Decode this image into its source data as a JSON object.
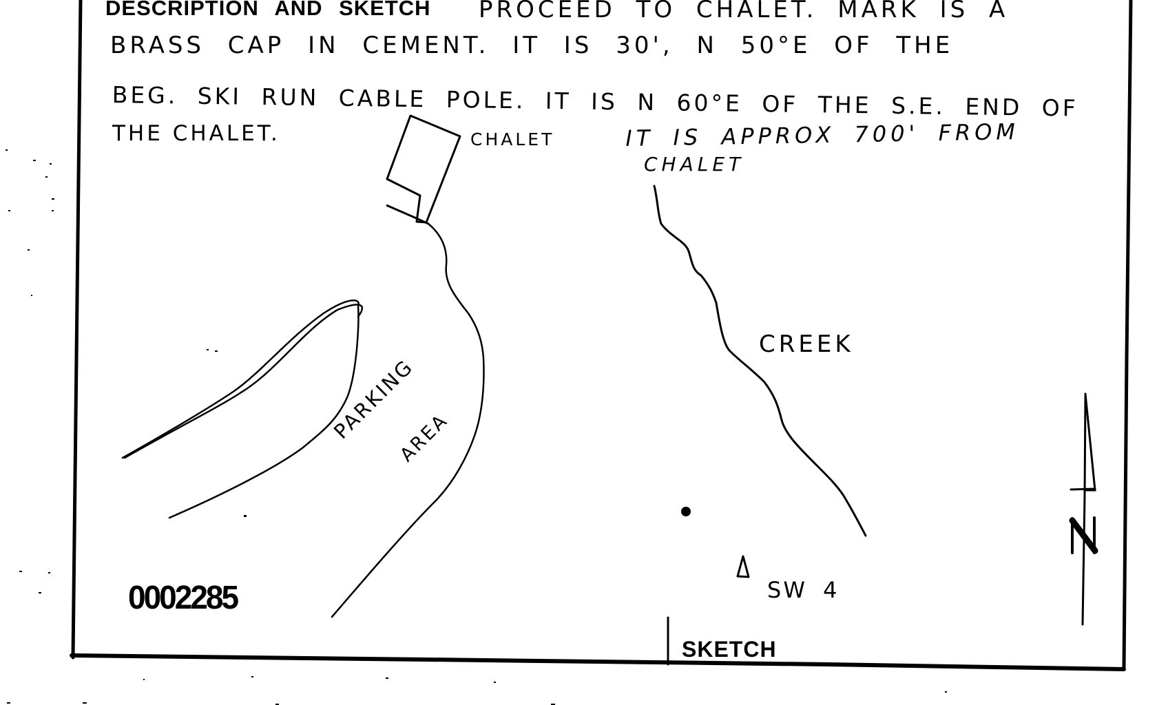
{
  "form": {
    "section_label": "DESCRIPTION AND SKETCH",
    "sketch_label": "SKETCH",
    "document_number": "0002285"
  },
  "description": {
    "lines": [
      "PROCEED TO CHALET. MARK IS A",
      "BRASS CAP IN CEMENT. IT IS 30', N 50°E OF THE",
      "BEG. SKI RUN CABLE POLE. IT IS N 60°E OF THE S.E. END OF",
      "THE CHALET."
    ],
    "line1_handwritten": "PROCEED TO CHALET. MARK IS A",
    "line2": "BRASS CAP IN CEMENT. IT IS 30', N 50°E OF THE",
    "line3": "BEG. SKI RUN CABLE POLE. IT IS N 60°E OF THE S.E. END OF",
    "line4": "THE CHALET."
  },
  "sketch": {
    "chalet_label": "CHALET",
    "note_line1": "IT IS APPROX 700' FROM",
    "note_line2": "CHALET",
    "parking_label_1": "PARKING",
    "parking_label_2": "AREA",
    "creek_label": "CREEK",
    "station_label": "SW 4",
    "north_label": "N",
    "icons": {
      "chalet": "rectangle-building-icon",
      "station": "triangle-station-mark-icon",
      "mark": "filled-dot-mark-icon",
      "north_arrow": "north-arrow-icon"
    }
  }
}
